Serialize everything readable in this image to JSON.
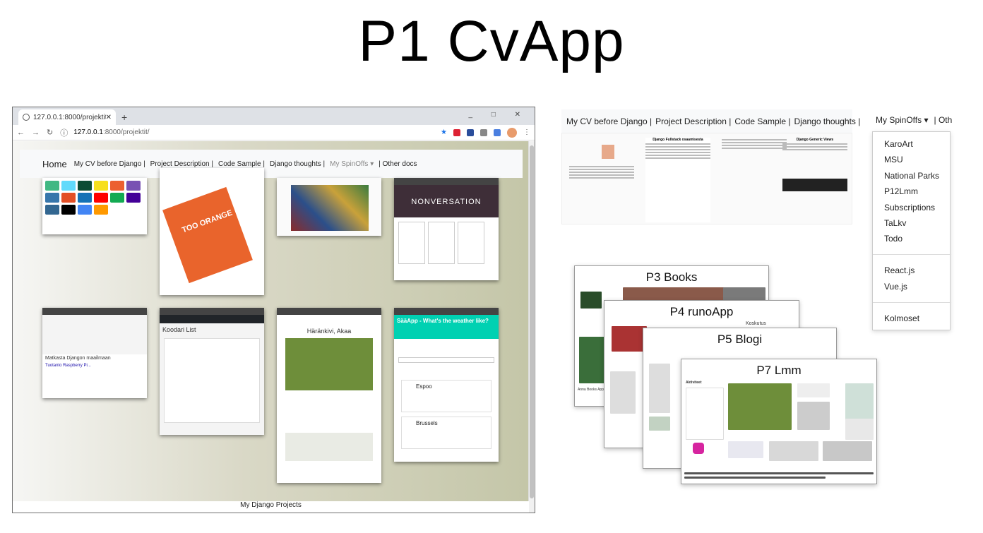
{
  "page": {
    "title": "P1 CvApp"
  },
  "browser": {
    "tab_title": "127.0.0.1:8000/projektit/",
    "new_tab": "+",
    "window_controls": "_ □ ✕",
    "url_host": "127.0.0.1",
    "url_path": ":8000/projektit/",
    "nav": {
      "brand": "Home",
      "items": [
        "My CV before Django |",
        "Project Description |",
        "Code Sample |",
        "Django thoughts |"
      ],
      "spinoffs": "My SpinOffs ▾",
      "other": "| Other docs"
    },
    "footer": "My Django Projects",
    "thumbs": {
      "t5_title": "Matkasta Djangon maailmaan",
      "t6_title": "Koodari List",
      "t7_title": "Häränkivi, Akaa",
      "t8_title": "SääApp - What's the weather like?",
      "t8_city1": "Espoo",
      "t8_city2": "Brussels",
      "t4_title": "NONVERSATION",
      "t2_text": "TOO ORANGE"
    }
  },
  "right_nav": {
    "items": [
      "My CV before Django |",
      "Project Description |",
      "Code Sample |",
      "Django thoughts |"
    ],
    "paper_titles": [
      "Django Fullstack osaamisesta",
      "Django Generic Views"
    ]
  },
  "dropdown": {
    "toggle": "My SpinOffs ▾",
    "other": "| Oth",
    "group1": [
      "KaroArt",
      "MSU",
      "National Parks",
      "P12Lmm",
      "Subscriptions",
      "TaLkv",
      "Todo"
    ],
    "group2": [
      "React.js",
      "Vue.js"
    ],
    "group3": [
      "Kolmoset"
    ]
  },
  "cards": {
    "p3": "P3 Books",
    "p4": "P4 runoApp",
    "p5": "P5 Blogi",
    "p7": "P7 Lmm",
    "p4_side": "Koskutus",
    "p3_side": "Anna Books App",
    "p7_side": "Aktiviteet"
  },
  "colors": {
    "teal": "#00d1b2",
    "navbar_bg": "#f8f9fa",
    "bootstrap_blue": "#0d6efd"
  }
}
